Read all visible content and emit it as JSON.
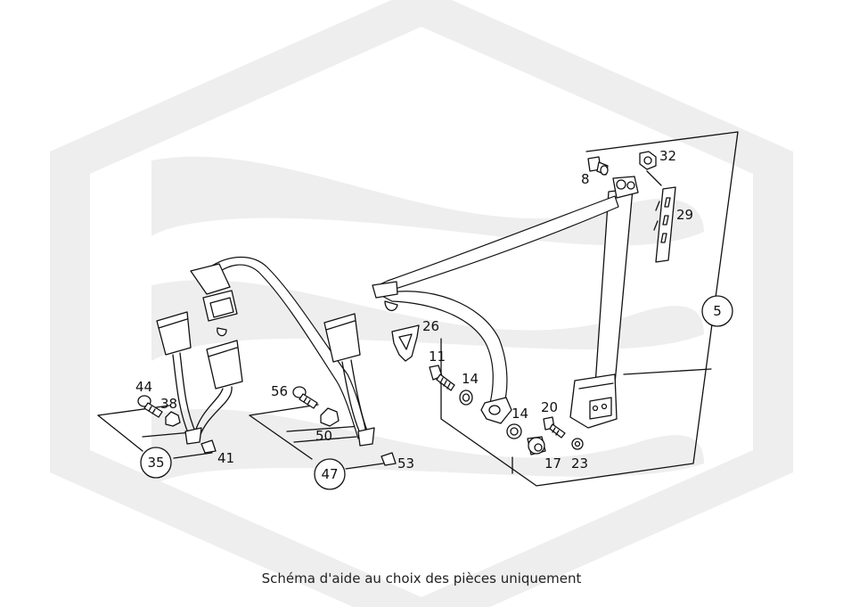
{
  "caption": "Schéma d'aide au choix des pièces uniquement",
  "callouts": [
    {
      "id": "8",
      "text": "8"
    },
    {
      "id": "32",
      "text": "32"
    },
    {
      "id": "29",
      "text": "29"
    },
    {
      "id": "5",
      "text": "5",
      "circled": true
    },
    {
      "id": "26",
      "text": "26"
    },
    {
      "id": "11",
      "text": "11"
    },
    {
      "id": "14a",
      "text": "14"
    },
    {
      "id": "14b",
      "text": "14"
    },
    {
      "id": "20",
      "text": "20"
    },
    {
      "id": "17",
      "text": "17"
    },
    {
      "id": "23",
      "text": "23"
    },
    {
      "id": "44",
      "text": "44"
    },
    {
      "id": "38",
      "text": "38"
    },
    {
      "id": "35",
      "text": "35",
      "circled": true
    },
    {
      "id": "41",
      "text": "41"
    },
    {
      "id": "56",
      "text": "56"
    },
    {
      "id": "50",
      "text": "50"
    },
    {
      "id": "47",
      "text": "47",
      "circled": true
    },
    {
      "id": "53",
      "text": "53"
    }
  ],
  "colors": {
    "line": "#111111",
    "watermark": "#eeeeee",
    "background": "#ffffff"
  },
  "icons": {
    "watermark": "brand-watermark-hexagon-icon"
  }
}
